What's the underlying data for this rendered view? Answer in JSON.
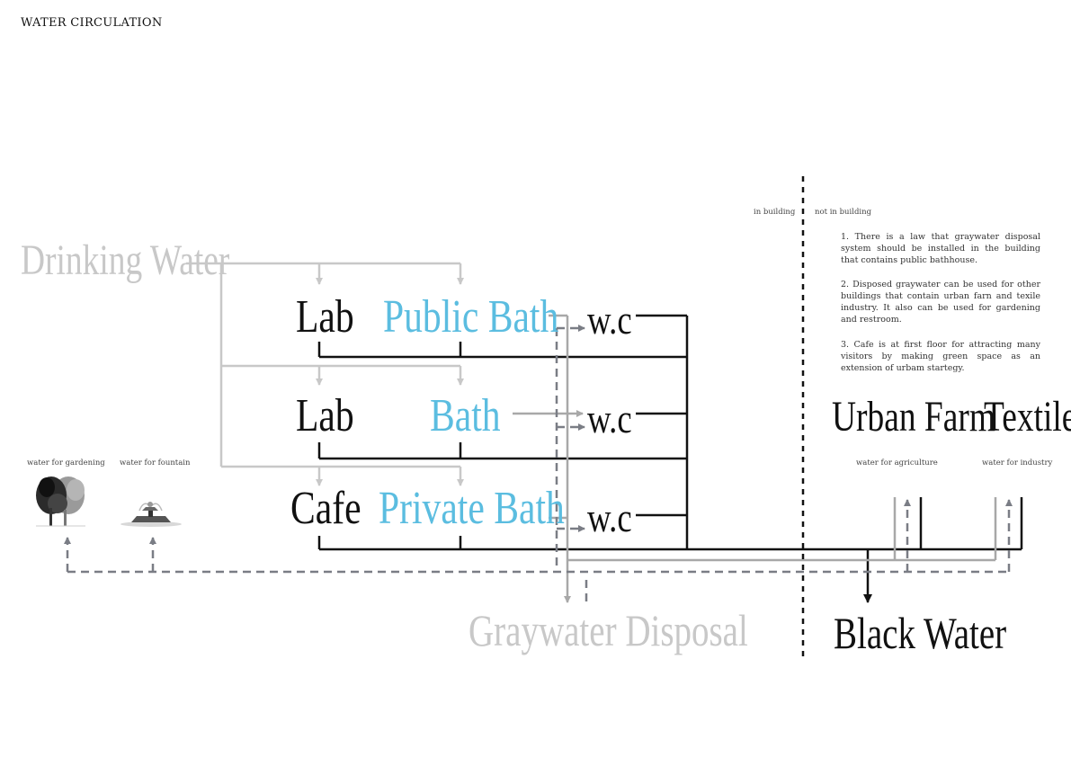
{
  "title": "WATER CIRCULATION",
  "colors": {
    "blue": "#5bbde0",
    "black": "#111111",
    "gray": "#c8c8c8",
    "dash": "#7a7d85",
    "gray_line": "#a8a8a8"
  },
  "labels": {
    "drinking_water": "Drinking Water",
    "lab_1": "Lab",
    "public_bath": "Public Bath",
    "wc_1": "w.c",
    "lab_2": "Lab",
    "bath": "Bath",
    "wc_2": "w.c",
    "cafe": "Cafe",
    "private_bath": "Private Bath",
    "wc_3": "w.c",
    "graywater_disposal": "Graywater Disposal",
    "black_water": "Black Water",
    "urban_farm": "Urban Farm",
    "textile": "Textile"
  },
  "small_labels": {
    "in_building": "in building",
    "not_in_building": "not in building",
    "water_for_gardening": "water for gardening",
    "water_for_fountain": "water for fountain",
    "water_for_agriculture": "water for agriculture",
    "water_for_industry": "water for industry"
  },
  "notes": [
    "1. There is a law that graywater disposal system should be installed in the building that contains public bathhouse.",
    "2. Disposed graywater can be used for other buildings that contain urban farn and texile industry. It also can be used for gardening and restroom.",
    "3. Cafe is at first floor for attracting many visitors by making green space as an extension of urbam startegy."
  ],
  "icons": [
    "tree-icon",
    "fountain-icon"
  ]
}
